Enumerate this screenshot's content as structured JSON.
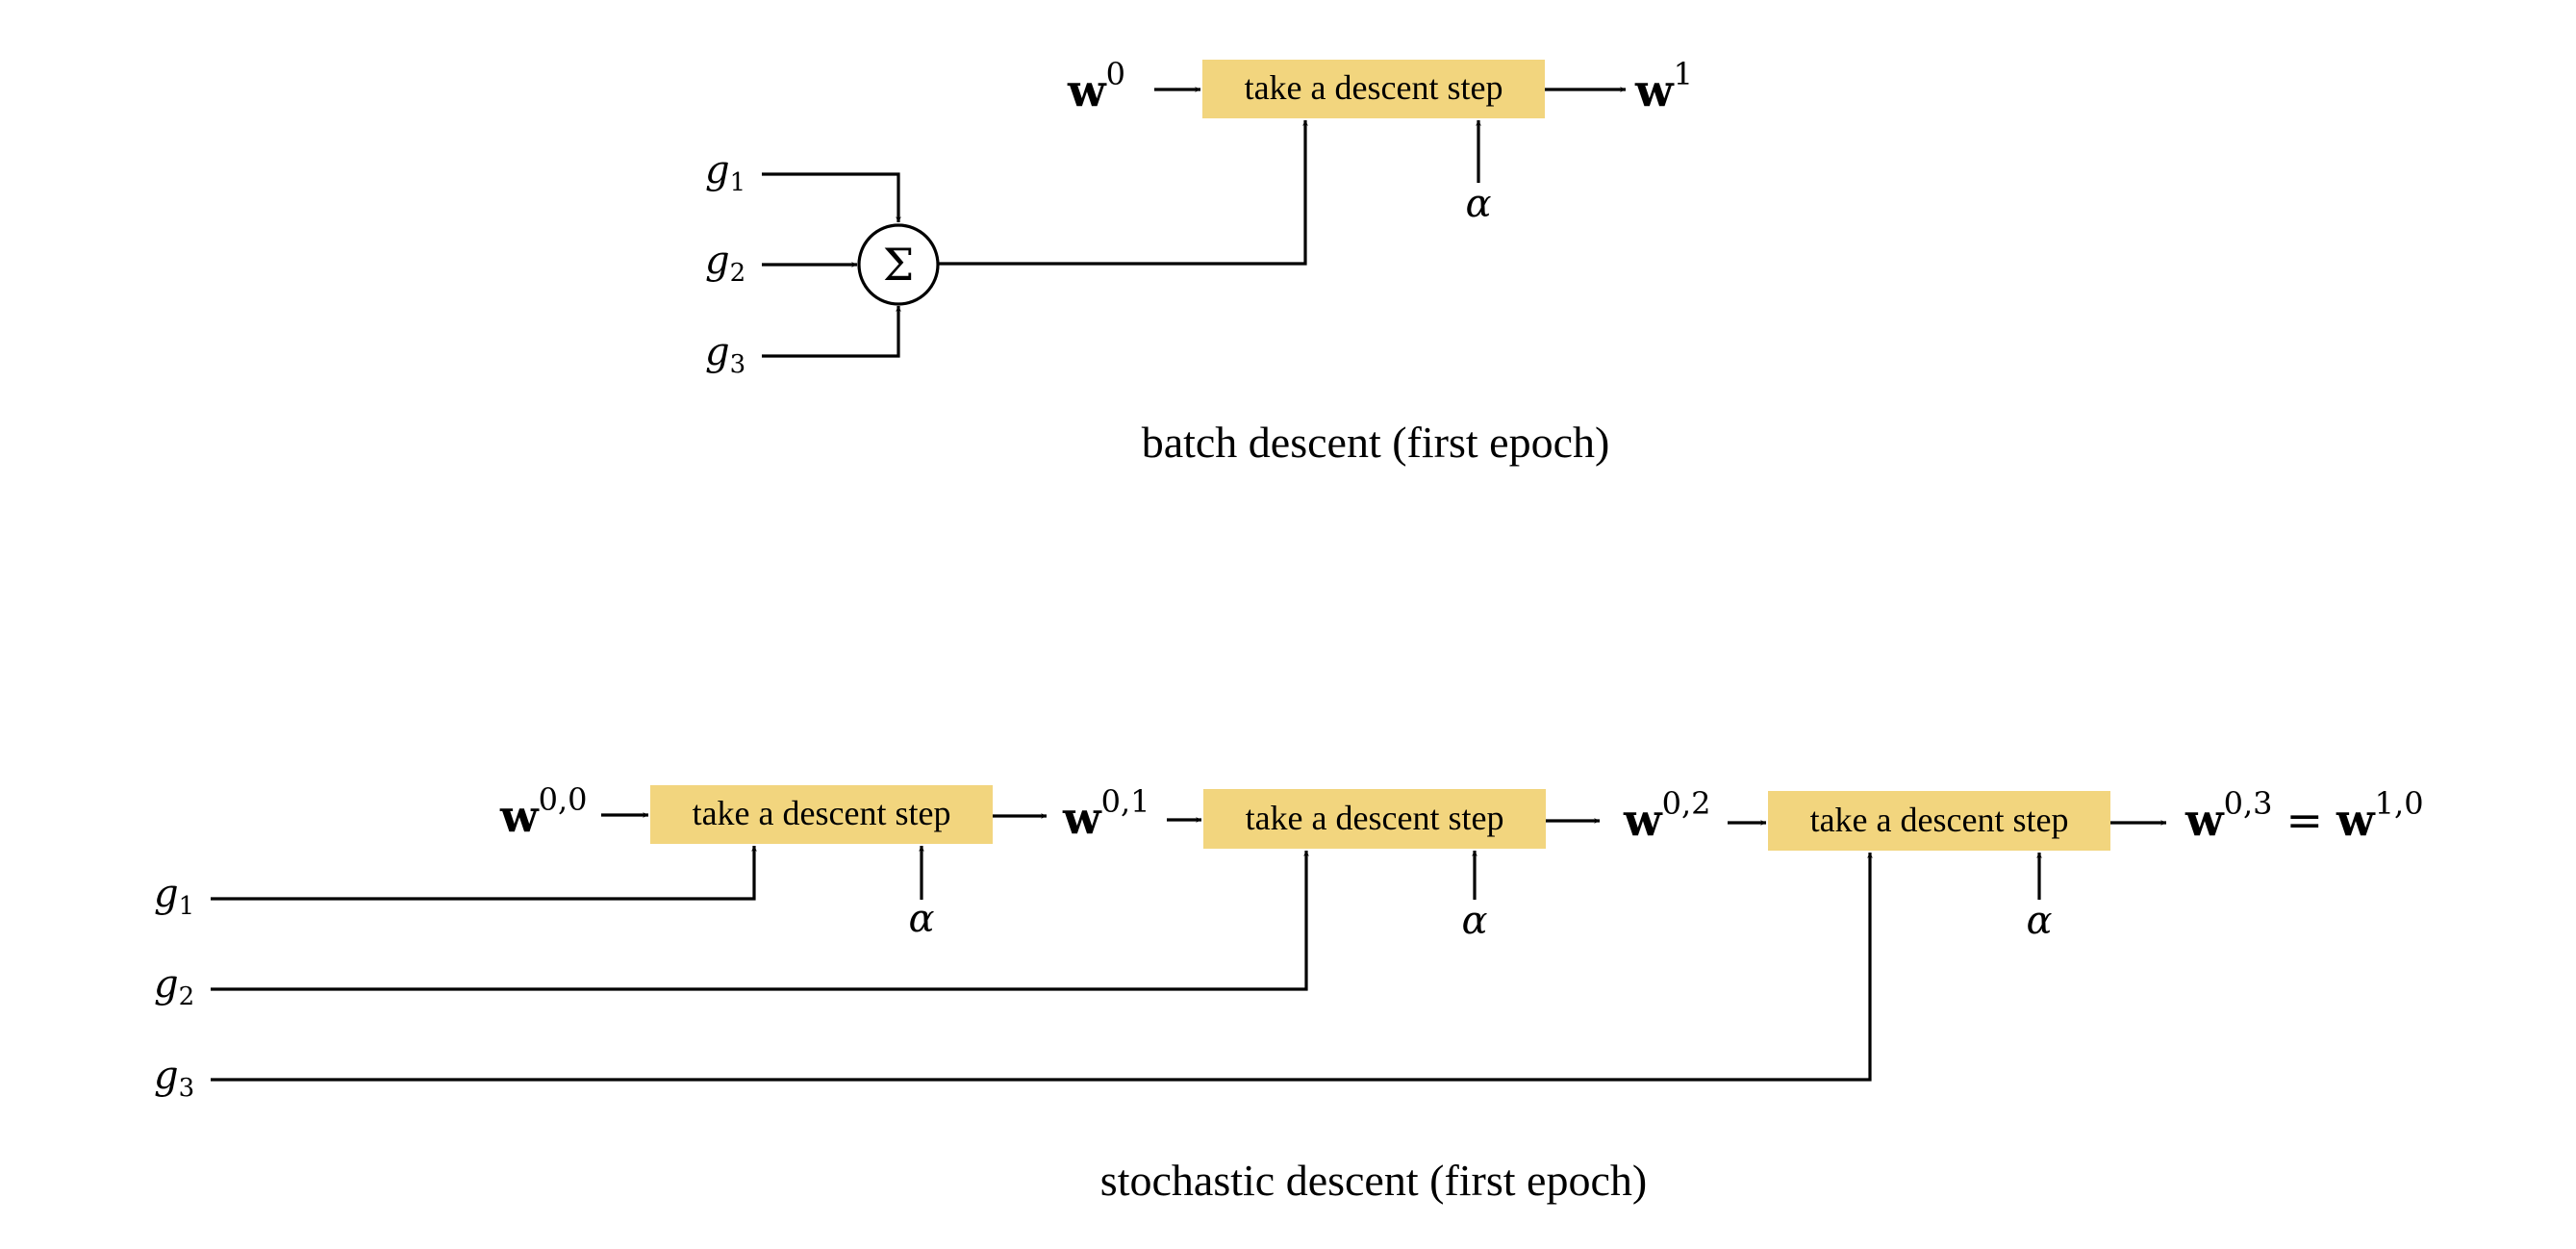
{
  "colors": {
    "box_fill": "#f2d57e",
    "line": "#000000",
    "background": "#ffffff"
  },
  "batch": {
    "caption": "batch descent (first epoch)",
    "input_weight": {
      "base": "w",
      "sup": "0"
    },
    "output_weight": {
      "base": "w",
      "sup": "1"
    },
    "step_box_label": "take a descent step",
    "step_size_label": "α",
    "sum_symbol": "Σ",
    "gradients": [
      {
        "base": "g",
        "sub": "1"
      },
      {
        "base": "g",
        "sub": "2"
      },
      {
        "base": "g",
        "sub": "3"
      }
    ]
  },
  "stochastic": {
    "caption": "stochastic descent (first epoch)",
    "weights": [
      {
        "base": "w",
        "sup": "0,0"
      },
      {
        "base": "w",
        "sup": "0,1"
      },
      {
        "base": "w",
        "sup": "0,2"
      },
      {
        "base": "w",
        "sup": "0,3"
      }
    ],
    "final_equals": "=",
    "final_alias": {
      "base": "w",
      "sup": "1,0"
    },
    "steps": [
      {
        "label": "take a descent step",
        "step_size_label": "α",
        "gradient_index": 0
      },
      {
        "label": "take a descent step",
        "step_size_label": "α",
        "gradient_index": 1
      },
      {
        "label": "take a descent step",
        "step_size_label": "α",
        "gradient_index": 2
      }
    ],
    "gradients": [
      {
        "base": "g",
        "sub": "1"
      },
      {
        "base": "g",
        "sub": "2"
      },
      {
        "base": "g",
        "sub": "3"
      }
    ]
  }
}
